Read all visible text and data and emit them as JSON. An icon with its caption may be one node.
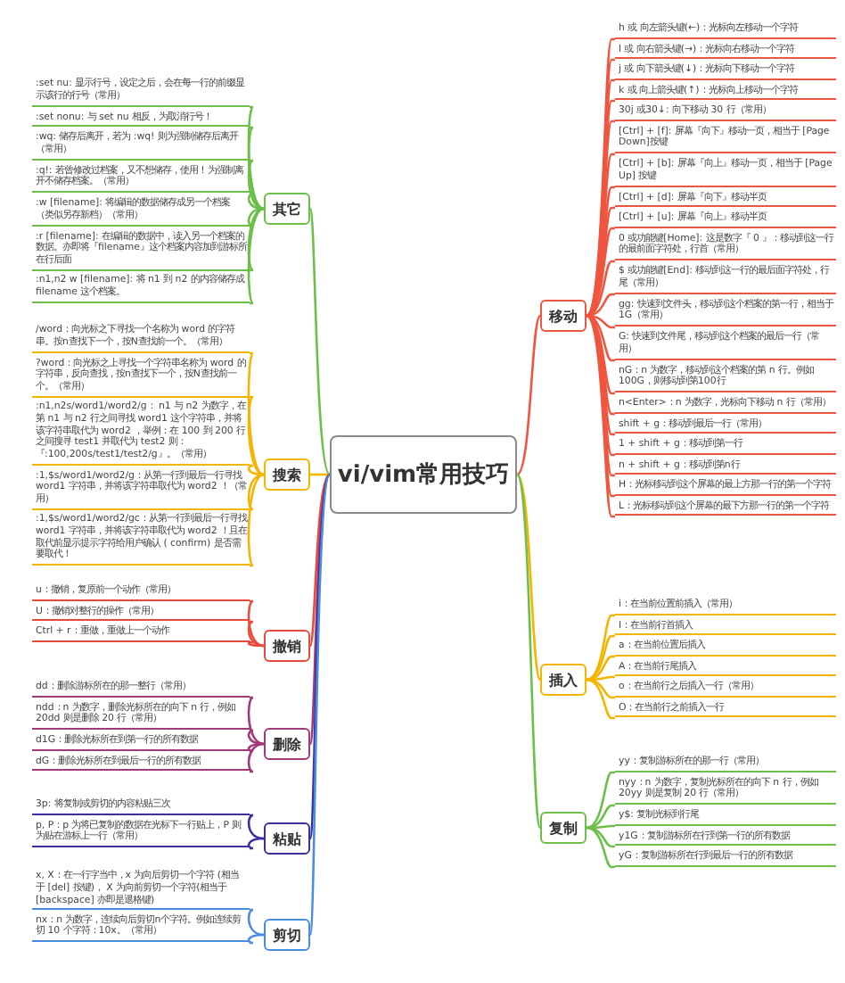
{
  "diagram": {
    "nodes": [
      {
        "text": [
          "vi/vim常用技巧"
        ]
      },
      {
        "text": [
          "其它"
        ]
      },
      {
        "text": [
          ":set nu: 显示行号，设定之后，会在每一行的前缀显示该行的行号（常用）"
        ]
      },
      {
        "text": [
          ":set nonu: 与 set nu 相反，为取消行号！"
        ]
      },
      {
        "text": [
          ":wq: 储存后离开，若为 :wq! 则为强制储存后离开（常用）"
        ]
      },
      {
        "text": [
          ":q!: 若曾修改过档案，又不想储存，使用 ! 为强制离开不储存档案。（常用）"
        ]
      },
      {
        "text": [
          ":w [filename]: 将编辑的数据储存成另一个档案（类似另存新档）（常用）"
        ]
      },
      {
        "text": [
          ":r [filename]: 在编辑的数据中，读入另一个档案的数据。亦即将『filename』这个档案内容加到游标所在行后面"
        ]
      },
      {
        "text": [
          ":n1,n2 w [filename]: 将 n1 到 n2 的内容储存成 filename 这个档案。"
        ]
      },
      {
        "text": [
          "搜索"
        ]
      },
      {
        "text": [
          "/word：向光标之下寻找一个名称为 word 的字符串。按n查找下一个，按N查找前一个。（常用）"
        ]
      },
      {
        "text": [
          "?word：向光标之上寻找一个字符串名称为 word 的字符串，反向查找，按n查找下一个，按N查找前一个。（常用）"
        ]
      },
      {
        "text": [
          ":n1,n2s/word1/word2/g： n1 与 n2 为数字，在第 n1 与 n2 行之间寻找 word1 这个字符串，并将该字符串取代为 word2 ，举例：在 100 到 200 行之间搜寻 test1 并取代为 test2 则：『:100,200s/test1/test2/g』。（常用）"
        ]
      },
      {
        "text": [
          ":1,$s/word1/word2/g：从第一行到最后一行寻找 word1 字符串，并将该字符串取代为 word2 ！（常用）"
        ]
      },
      {
        "text": [
          ":1,$s/word1/word2/gc：从第一行到最后一行寻找 word1 字符串，并将该字符串取代为 word2 ！且在取代前显示提示字符给用户确认 ( confirm) 是否需要取代！"
        ]
      },
      {
        "text": [
          "撤销"
        ]
      },
      {
        "text": [
          "u：撤销，复原前一个动作（常用）"
        ]
      },
      {
        "text": [
          "U：撤销对整行的操作（常用）"
        ]
      },
      {
        "text": [
          "Ctrl + r：重做，重做上一个动作"
        ]
      },
      {
        "text": [
          "删除"
        ]
      },
      {
        "text": [
          "dd：删除游标所在的那一整行（常用）"
        ]
      },
      {
        "text": [
          "ndd：n 为数字，删除光标所在的向下 n 行，例如 20dd 则是删除 20 行（常用）"
        ]
      },
      {
        "text": [
          "d1G：删除光标所在到第一行的所有数据"
        ]
      },
      {
        "text": [
          "dG：删除光标所在到最后一行的所有数据"
        ]
      },
      {
        "text": [
          "粘贴"
        ]
      },
      {
        "text": [
          "3p: 将复制或剪切的内容粘贴三次"
        ]
      },
      {
        "text": [
          "p, P：p 为将已复制的数据在光标下一行贴上，P 则为贴在游标上一行（常用）"
        ]
      },
      {
        "text": [
          "剪切"
        ]
      },
      {
        "text": [
          "x, X：在一行字当中，x 为向后剪切一个字符 (相当于 [del] 按键)， X 为向前剪切一个字符(相当于 [backspace] 亦即是退格键)"
        ]
      },
      {
        "text": [
          "nx：n 为数字，连续向后剪切n个字符。例如连续剪切 10 个字符：10x。（常用）"
        ]
      },
      {
        "text": [
          "移动"
        ]
      },
      {
        "text": [
          "h 或 向左箭头键(←)：光标向左移动一个字符"
        ]
      },
      {
        "text": [
          "l 或 向右箭头键(→)：光标向右移动一个字符"
        ]
      },
      {
        "text": [
          "j 或 向下箭头键(↓)：光标向下移动一个字符"
        ]
      },
      {
        "text": [
          "k 或 向上箭头键(↑)：光标向上移动一个字符"
        ]
      },
      {
        "text": [
          "30j 或30↓: 向下移动 30 行（常用）"
        ]
      },
      {
        "text": [
          "[Ctrl] + [f]: 屏幕『向下』移动一页，相当于 [Page Down]按键"
        ]
      },
      {
        "text": [
          "[Ctrl] + [b]: 屏幕『向上』移动一页，相当于 [Page Up] 按键"
        ]
      },
      {
        "text": [
          "[Ctrl] + [d]: 屏幕『向下』移动半页"
        ]
      },
      {
        "text": [
          "[Ctrl] + [u]: 屏幕『向上』移动半页"
        ]
      },
      {
        "text": [
          "0 或功能键[Home]: 这是数字『 0 』：移动到这一行的最前面字符处，行首（常用）"
        ]
      },
      {
        "text": [
          "$ 或功能键[End]: 移动到这一行的最后面字符处，行尾（常用）"
        ]
      },
      {
        "text": [
          "gg: 快速到文件头，移动到这个档案的第一行，相当于 1G（常用）"
        ]
      },
      {
        "text": [
          "G: 快速到文件尾，移动到这个档案的最后一行（常用）"
        ]
      },
      {
        "text": [
          "nG：n 为数字，移动到这个档案的第 n 行。例如 100G，则移动到第100行"
        ]
      },
      {
        "text": [
          "n<Enter>：n 为数字，光标向下移动 n 行（常用）"
        ]
      },
      {
        "text": [
          "shift + g：移动到最后一行（常用）"
        ]
      },
      {
        "text": [
          "1 + shift + g：移动到第一行"
        ]
      },
      {
        "text": [
          "n + shift + g：移动到第n行"
        ]
      },
      {
        "text": [
          "H：光标移动到这个屏幕的最上方那一行的第一个字符"
        ]
      },
      {
        "text": [
          "L：光标移动到这个屏幕的最下方那一行的第一个字符"
        ]
      },
      {
        "text": [
          "插入"
        ]
      },
      {
        "text": [
          "i：在当前位置前插入（常用）"
        ]
      },
      {
        "text": [
          "I：在当前行首插入"
        ]
      },
      {
        "text": [
          "a：在当前位置后插入"
        ]
      },
      {
        "text": [
          "A：在当前行尾插入"
        ]
      },
      {
        "text": [
          "o：在当前行之后插入一行（常用）"
        ]
      },
      {
        "text": [
          "O：在当前行之前插入一行"
        ]
      },
      {
        "text": [
          "复制"
        ]
      },
      {
        "text": [
          "yy：复制游标所在的那一行（常用）"
        ]
      },
      {
        "text": [
          "nyy：n 为数字，复制光标所在的向下 n 行，例如 20yy 则是复制 20 行（常用）"
        ]
      },
      {
        "text": [
          "y$: 复制光标到行尾"
        ]
      },
      {
        "text": [
          "y1G：复制游标所在行到第一行的所有数据"
        ]
      },
      {
        "text": [
          "yG：复制游标所在行到最后一行的所有数据"
        ]
      }
    ],
    "edges": [
      {
        "from": 0,
        "to": 1,
        "arrow": "none",
        "color": "#6dbf4a"
      },
      {
        "from": 0,
        "to": 9,
        "arrow": "none",
        "color": "#f4b400"
      },
      {
        "from": 0,
        "to": 15,
        "arrow": "none",
        "color": "#ea4a3c"
      },
      {
        "from": 0,
        "to": 19,
        "arrow": "none",
        "color": "#a23a78"
      },
      {
        "from": 0,
        "to": 24,
        "arrow": "none",
        "color": "#3a2f9e"
      },
      {
        "from": 0,
        "to": 27,
        "arrow": "none",
        "color": "#4a8de0"
      },
      {
        "from": 0,
        "to": 30,
        "arrow": "none",
        "color": "#f0553f"
      },
      {
        "from": 0,
        "to": 51,
        "arrow": "none",
        "color": "#f4b400"
      },
      {
        "from": 0,
        "to": 58,
        "arrow": "none",
        "color": "#6dbf4a"
      },
      {
        "from": 1,
        "to": 2,
        "arrow": "none",
        "color": "#6dbf4a"
      },
      {
        "from": 1,
        "to": 3,
        "arrow": "none",
        "color": "#6dbf4a"
      },
      {
        "from": 1,
        "to": 4,
        "arrow": "none",
        "color": "#6dbf4a"
      },
      {
        "from": 1,
        "to": 5,
        "arrow": "none",
        "color": "#6dbf4a"
      },
      {
        "from": 1,
        "to": 6,
        "arrow": "none",
        "color": "#6dbf4a"
      },
      {
        "from": 1,
        "to": 7,
        "arrow": "none",
        "color": "#6dbf4a"
      },
      {
        "from": 1,
        "to": 8,
        "arrow": "none",
        "color": "#6dbf4a"
      },
      {
        "from": 9,
        "to": 10,
        "arrow": "none",
        "color": "#f4b400"
      },
      {
        "from": 9,
        "to": 11,
        "arrow": "none",
        "color": "#f4b400"
      },
      {
        "from": 9,
        "to": 12,
        "arrow": "none",
        "color": "#f4b400"
      },
      {
        "from": 9,
        "to": 13,
        "arrow": "none",
        "color": "#f4b400"
      },
      {
        "from": 9,
        "to": 14,
        "arrow": "none",
        "color": "#f4b400"
      },
      {
        "from": 15,
        "to": 16,
        "arrow": "none",
        "color": "#ea4a3c"
      },
      {
        "from": 15,
        "to": 17,
        "arrow": "none",
        "color": "#ea4a3c"
      },
      {
        "from": 15,
        "to": 18,
        "arrow": "none",
        "color": "#ea4a3c"
      },
      {
        "from": 19,
        "to": 20,
        "arrow": "none",
        "color": "#a23a78"
      },
      {
        "from": 19,
        "to": 21,
        "arrow": "none",
        "color": "#a23a78"
      },
      {
        "from": 19,
        "to": 22,
        "arrow": "none",
        "color": "#a23a78"
      },
      {
        "from": 19,
        "to": 23,
        "arrow": "none",
        "color": "#a23a78"
      },
      {
        "from": 24,
        "to": 25,
        "arrow": "none",
        "color": "#3a2f9e"
      },
      {
        "from": 24,
        "to": 26,
        "arrow": "none",
        "color": "#3a2f9e"
      },
      {
        "from": 27,
        "to": 28,
        "arrow": "none",
        "color": "#4a8de0"
      },
      {
        "from": 27,
        "to": 29,
        "arrow": "none",
        "color": "#4a8de0"
      },
      {
        "from": 30,
        "to": 31,
        "arrow": "none",
        "color": "#f0553f"
      },
      {
        "from": 30,
        "to": 32,
        "arrow": "none",
        "color": "#f0553f"
      },
      {
        "from": 30,
        "to": 33,
        "arrow": "none",
        "color": "#f0553f"
      },
      {
        "from": 30,
        "to": 34,
        "arrow": "none",
        "color": "#f0553f"
      },
      {
        "from": 30,
        "to": 35,
        "arrow": "none",
        "color": "#f0553f"
      },
      {
        "from": 30,
        "to": 36,
        "arrow": "none",
        "color": "#f0553f"
      },
      {
        "from": 30,
        "to": 37,
        "arrow": "none",
        "color": "#f0553f"
      },
      {
        "from": 30,
        "to": 38,
        "arrow": "none",
        "color": "#f0553f"
      },
      {
        "from": 30,
        "to": 39,
        "arrow": "none",
        "color": "#f0553f"
      },
      {
        "from": 30,
        "to": 40,
        "arrow": "none",
        "color": "#f0553f"
      },
      {
        "from": 30,
        "to": 41,
        "arrow": "none",
        "color": "#f0553f"
      },
      {
        "from": 30,
        "to": 42,
        "arrow": "none",
        "color": "#f0553f"
      },
      {
        "from": 30,
        "to": 43,
        "arrow": "none",
        "color": "#f0553f"
      },
      {
        "from": 30,
        "to": 44,
        "arrow": "none",
        "color": "#f0553f"
      },
      {
        "from": 30,
        "to": 45,
        "arrow": "none",
        "color": "#f0553f"
      },
      {
        "from": 30,
        "to": 46,
        "arrow": "none",
        "color": "#f0553f"
      },
      {
        "from": 30,
        "to": 47,
        "arrow": "none",
        "color": "#f0553f"
      },
      {
        "from": 30,
        "to": 48,
        "arrow": "none",
        "color": "#f0553f"
      },
      {
        "from": 30,
        "to": 49,
        "arrow": "none",
        "color": "#f0553f"
      },
      {
        "from": 30,
        "to": 50,
        "arrow": "none",
        "color": "#f0553f"
      },
      {
        "from": 51,
        "to": 52,
        "arrow": "none",
        "color": "#f4b400"
      },
      {
        "from": 51,
        "to": 53,
        "arrow": "none",
        "color": "#f4b400"
      },
      {
        "from": 51,
        "to": 54,
        "arrow": "none",
        "color": "#f4b400"
      },
      {
        "from": 51,
        "to": 55,
        "arrow": "none",
        "color": "#f4b400"
      },
      {
        "from": 51,
        "to": 56,
        "arrow": "none",
        "color": "#f4b400"
      },
      {
        "from": 51,
        "to": 57,
        "arrow": "none",
        "color": "#f4b400"
      },
      {
        "from": 58,
        "to": 59,
        "arrow": "none",
        "color": "#6dbf4a"
      },
      {
        "from": 58,
        "to": 60,
        "arrow": "none",
        "color": "#6dbf4a"
      },
      {
        "from": 58,
        "to": 61,
        "arrow": "none",
        "color": "#6dbf4a"
      },
      {
        "from": 58,
        "to": 62,
        "arrow": "none",
        "color": "#6dbf4a"
      },
      {
        "from": 58,
        "to": 63,
        "arrow": "none",
        "color": "#6dbf4a"
      }
    ]
  }
}
